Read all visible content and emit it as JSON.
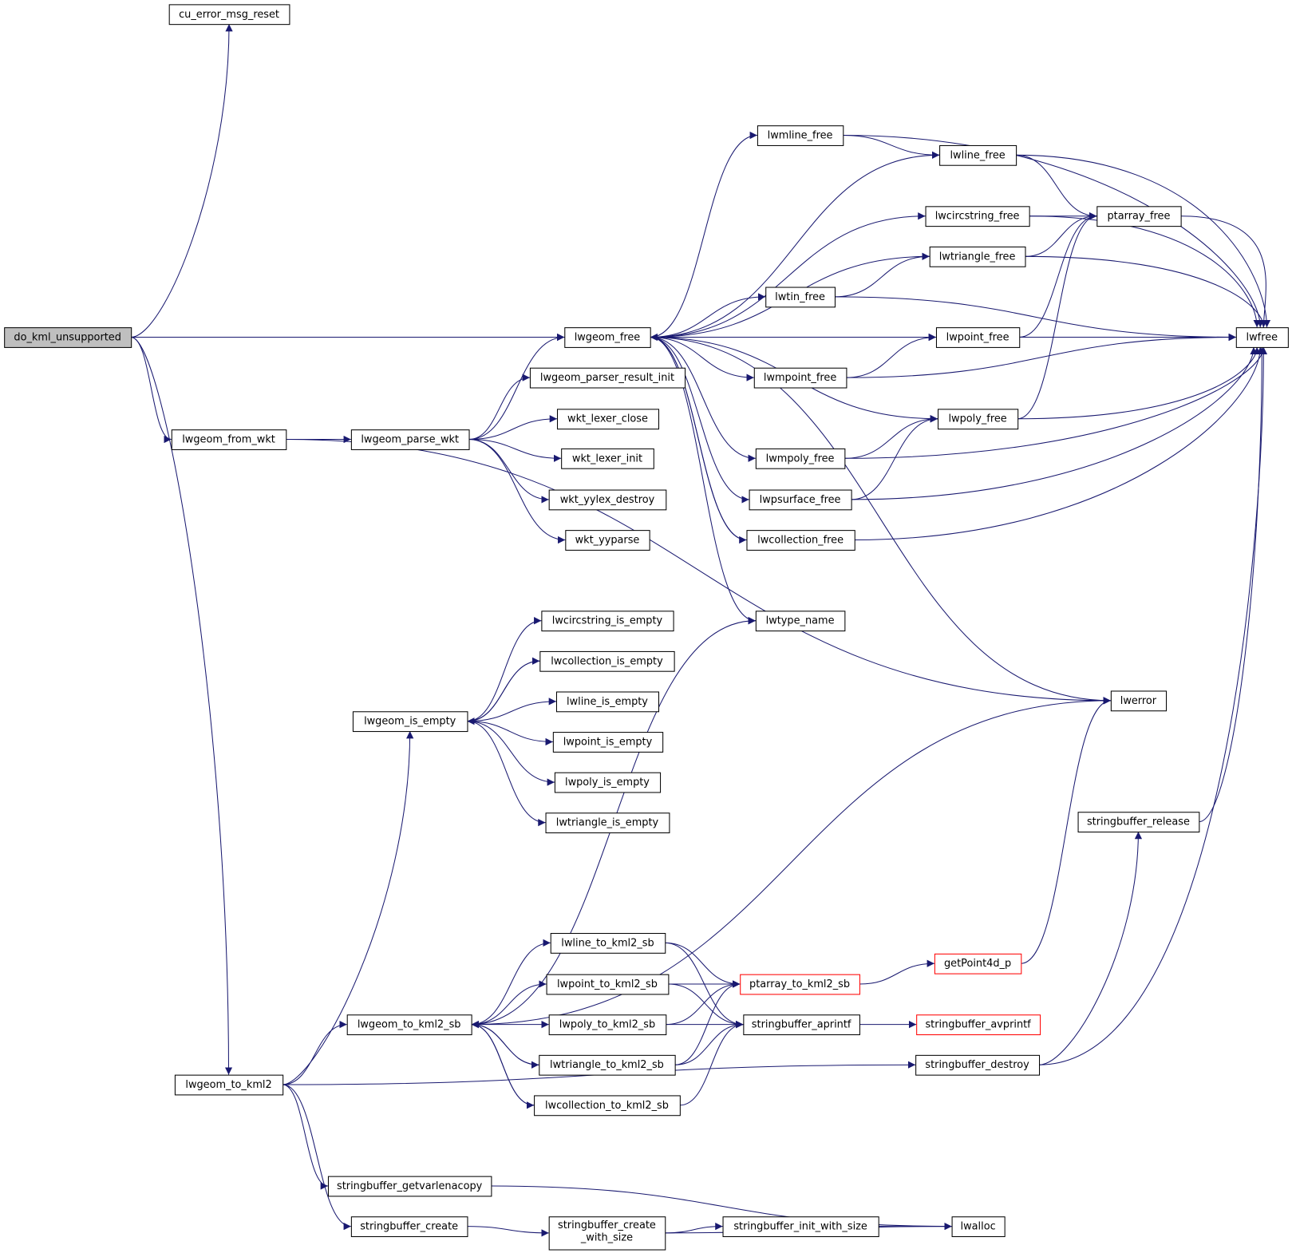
{
  "colors": {
    "edge": "#191970",
    "root_fill": "#bfbfbf",
    "missing_border": "#ff0000",
    "node_border": "#000000"
  },
  "nodes": {
    "do_kml_unsupported": {
      "label": "do_kml_unsupported",
      "style": "root"
    },
    "cu_error_msg_reset": {
      "label": "cu_error_msg_reset"
    },
    "lwgeom_from_wkt": {
      "label": "lwgeom_from_wkt"
    },
    "lwgeom_parse_wkt": {
      "label": "lwgeom_parse_wkt"
    },
    "lwgeom_free": {
      "label": "lwgeom_free"
    },
    "lwgeom_parser_result_init": {
      "label": "lwgeom_parser_result_init"
    },
    "wkt_lexer_close": {
      "label": "wkt_lexer_close"
    },
    "wkt_lexer_init": {
      "label": "wkt_lexer_init"
    },
    "wkt_yylex_destroy": {
      "label": "wkt_yylex_destroy"
    },
    "wkt_yyparse": {
      "label": "wkt_yyparse"
    },
    "lwmline_free": {
      "label": "lwmline_free"
    },
    "lwline_free": {
      "label": "lwline_free"
    },
    "lwcircstring_free": {
      "label": "lwcircstring_free"
    },
    "ptarray_free": {
      "label": "ptarray_free"
    },
    "lwtriangle_free": {
      "label": "lwtriangle_free"
    },
    "lwtin_free": {
      "label": "lwtin_free"
    },
    "lwpoint_free": {
      "label": "lwpoint_free"
    },
    "lwfree": {
      "label": "lwfree"
    },
    "lwmpoint_free": {
      "label": "lwmpoint_free"
    },
    "lwpoly_free": {
      "label": "lwpoly_free"
    },
    "lwmpoly_free": {
      "label": "lwmpoly_free"
    },
    "lwpsurface_free": {
      "label": "lwpsurface_free"
    },
    "lwcollection_free": {
      "label": "lwcollection_free"
    },
    "lwtype_name": {
      "label": "lwtype_name"
    },
    "lwerror": {
      "label": "lwerror"
    },
    "lwcircstring_is_empty": {
      "label": "lwcircstring_is_empty"
    },
    "lwcollection_is_empty": {
      "label": "lwcollection_is_empty"
    },
    "lwline_is_empty": {
      "label": "lwline_is_empty"
    },
    "lwgeom_is_empty": {
      "label": "lwgeom_is_empty"
    },
    "lwpoint_is_empty": {
      "label": "lwpoint_is_empty"
    },
    "lwpoly_is_empty": {
      "label": "lwpoly_is_empty"
    },
    "lwtriangle_is_empty": {
      "label": "lwtriangle_is_empty"
    },
    "stringbuffer_release": {
      "label": "stringbuffer_release"
    },
    "lwline_to_kml2_sb": {
      "label": "lwline_to_kml2_sb"
    },
    "lwpoint_to_kml2_sb": {
      "label": "lwpoint_to_kml2_sb"
    },
    "getPoint4d_p": {
      "label": "getPoint4d_p",
      "style": "red"
    },
    "ptarray_to_kml2_sb": {
      "label": "ptarray_to_kml2_sb",
      "style": "red"
    },
    "lwgeom_to_kml2_sb": {
      "label": "lwgeom_to_kml2_sb"
    },
    "lwpoly_to_kml2_sb": {
      "label": "lwpoly_to_kml2_sb"
    },
    "stringbuffer_aprintf": {
      "label": "stringbuffer_aprintf"
    },
    "stringbuffer_avprintf": {
      "label": "stringbuffer_avprintf",
      "style": "red"
    },
    "lwtriangle_to_kml2_sb": {
      "label": "lwtriangle_to_kml2_sb"
    },
    "stringbuffer_destroy": {
      "label": "stringbuffer_destroy"
    },
    "lwgeom_to_kml2": {
      "label": "lwgeom_to_kml2"
    },
    "lwcollection_to_kml2_sb": {
      "label": "lwcollection_to_kml2_sb"
    },
    "stringbuffer_getvarlenacopy": {
      "label": "stringbuffer_getvarlenacopy"
    },
    "lwalloc": {
      "label": "lwalloc"
    },
    "stringbuffer_create": {
      "label": "stringbuffer_create"
    },
    "stringbuffer_create_with_size": {
      "label": "stringbuffer_create",
      "label2": "_with_size"
    },
    "stringbuffer_init_with_size": {
      "label": "stringbuffer_init_with_size"
    }
  },
  "edges": [
    [
      "do_kml_unsupported",
      "cu_error_msg_reset"
    ],
    [
      "do_kml_unsupported",
      "lwfree"
    ],
    [
      "do_kml_unsupported",
      "lwgeom_free"
    ],
    [
      "do_kml_unsupported",
      "lwgeom_from_wkt"
    ],
    [
      "do_kml_unsupported",
      "lwgeom_to_kml2"
    ],
    [
      "lwgeom_from_wkt",
      "lwgeom_parse_wkt"
    ],
    [
      "lwgeom_from_wkt",
      "lwerror"
    ],
    [
      "lwgeom_parse_wkt",
      "lwgeom_free"
    ],
    [
      "lwgeom_parse_wkt",
      "lwgeom_parser_result_init"
    ],
    [
      "lwgeom_parse_wkt",
      "wkt_lexer_close"
    ],
    [
      "lwgeom_parse_wkt",
      "wkt_lexer_init"
    ],
    [
      "lwgeom_parse_wkt",
      "wkt_yylex_destroy"
    ],
    [
      "lwgeom_parse_wkt",
      "wkt_yyparse"
    ],
    [
      "lwgeom_free",
      "lwmline_free"
    ],
    [
      "lwgeom_free",
      "lwline_free"
    ],
    [
      "lwgeom_free",
      "lwcircstring_free"
    ],
    [
      "lwgeom_free",
      "lwtriangle_free"
    ],
    [
      "lwgeom_free",
      "lwtin_free"
    ],
    [
      "lwgeom_free",
      "lwpoint_free"
    ],
    [
      "lwgeom_free",
      "lwmpoint_free"
    ],
    [
      "lwgeom_free",
      "lwpoly_free"
    ],
    [
      "lwgeom_free",
      "lwmpoly_free"
    ],
    [
      "lwgeom_free",
      "lwpsurface_free"
    ],
    [
      "lwgeom_free",
      "lwcollection_free"
    ],
    [
      "lwgeom_free",
      "lwtype_name"
    ],
    [
      "lwgeom_free",
      "lwerror"
    ],
    [
      "lwmline_free",
      "lwline_free"
    ],
    [
      "lwmline_free",
      "lwfree"
    ],
    [
      "lwline_free",
      "ptarray_free"
    ],
    [
      "lwline_free",
      "lwfree"
    ],
    [
      "lwcircstring_free",
      "ptarray_free"
    ],
    [
      "lwcircstring_free",
      "lwfree"
    ],
    [
      "lwtriangle_free",
      "ptarray_free"
    ],
    [
      "lwtriangle_free",
      "lwfree"
    ],
    [
      "lwtin_free",
      "lwtriangle_free"
    ],
    [
      "lwtin_free",
      "lwfree"
    ],
    [
      "lwpoint_free",
      "ptarray_free"
    ],
    [
      "lwpoint_free",
      "lwfree"
    ],
    [
      "lwmpoint_free",
      "lwpoint_free"
    ],
    [
      "lwmpoint_free",
      "lwfree"
    ],
    [
      "lwpoly_free",
      "ptarray_free"
    ],
    [
      "lwpoly_free",
      "lwfree"
    ],
    [
      "lwmpoly_free",
      "lwpoly_free"
    ],
    [
      "lwmpoly_free",
      "lwfree"
    ],
    [
      "lwpsurface_free",
      "lwpoly_free"
    ],
    [
      "lwpsurface_free",
      "lwfree"
    ],
    [
      "lwcollection_free",
      "lwgeom_free"
    ],
    [
      "lwcollection_free",
      "lwfree"
    ],
    [
      "ptarray_free",
      "lwfree"
    ],
    [
      "lwgeom_is_empty",
      "lwcircstring_is_empty"
    ],
    [
      "lwgeom_is_empty",
      "lwcollection_is_empty"
    ],
    [
      "lwgeom_is_empty",
      "lwline_is_empty"
    ],
    [
      "lwgeom_is_empty",
      "lwpoint_is_empty"
    ],
    [
      "lwgeom_is_empty",
      "lwpoly_is_empty"
    ],
    [
      "lwgeom_is_empty",
      "lwtriangle_is_empty"
    ],
    [
      "lwcollection_is_empty",
      "lwgeom_is_empty"
    ],
    [
      "lwgeom_to_kml2",
      "lwgeom_is_empty"
    ],
    [
      "lwgeom_to_kml2",
      "lwgeom_to_kml2_sb"
    ],
    [
      "lwgeom_to_kml2",
      "stringbuffer_destroy"
    ],
    [
      "lwgeom_to_kml2",
      "stringbuffer_getvarlenacopy"
    ],
    [
      "lwgeom_to_kml2",
      "stringbuffer_create"
    ],
    [
      "lwgeom_to_kml2_sb",
      "lwtype_name"
    ],
    [
      "lwgeom_to_kml2_sb",
      "lwerror"
    ],
    [
      "lwgeom_to_kml2_sb",
      "lwline_to_kml2_sb"
    ],
    [
      "lwgeom_to_kml2_sb",
      "lwpoint_to_kml2_sb"
    ],
    [
      "lwgeom_to_kml2_sb",
      "lwpoly_to_kml2_sb"
    ],
    [
      "lwgeom_to_kml2_sb",
      "lwtriangle_to_kml2_sb"
    ],
    [
      "lwgeom_to_kml2_sb",
      "lwcollection_to_kml2_sb"
    ],
    [
      "lwcollection_to_kml2_sb",
      "lwgeom_to_kml2_sb"
    ],
    [
      "lwcollection_to_kml2_sb",
      "stringbuffer_aprintf"
    ],
    [
      "lwtriangle_to_kml2_sb",
      "lwgeom_to_kml2_sb"
    ],
    [
      "lwline_to_kml2_sb",
      "ptarray_to_kml2_sb"
    ],
    [
      "lwline_to_kml2_sb",
      "stringbuffer_aprintf"
    ],
    [
      "lwpoint_to_kml2_sb",
      "ptarray_to_kml2_sb"
    ],
    [
      "lwpoint_to_kml2_sb",
      "stringbuffer_aprintf"
    ],
    [
      "lwpoly_to_kml2_sb",
      "ptarray_to_kml2_sb"
    ],
    [
      "lwpoly_to_kml2_sb",
      "stringbuffer_aprintf"
    ],
    [
      "lwtriangle_to_kml2_sb",
      "ptarray_to_kml2_sb"
    ],
    [
      "lwtriangle_to_kml2_sb",
      "stringbuffer_aprintf"
    ],
    [
      "ptarray_to_kml2_sb",
      "getPoint4d_p"
    ],
    [
      "getPoint4d_p",
      "lwerror"
    ],
    [
      "stringbuffer_aprintf",
      "stringbuffer_avprintf"
    ],
    [
      "stringbuffer_destroy",
      "stringbuffer_release"
    ],
    [
      "stringbuffer_destroy",
      "lwfree"
    ],
    [
      "stringbuffer_release",
      "lwfree"
    ],
    [
      "stringbuffer_getvarlenacopy",
      "lwalloc"
    ],
    [
      "stringbuffer_create",
      "stringbuffer_create_with_size"
    ],
    [
      "stringbuffer_create_with_size",
      "stringbuffer_init_with_size"
    ],
    [
      "stringbuffer_create_with_size",
      "lwalloc"
    ],
    [
      "stringbuffer_init_with_size",
      "lwalloc"
    ]
  ]
}
